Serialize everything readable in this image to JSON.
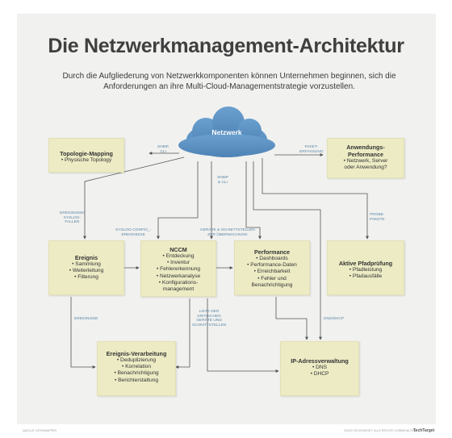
{
  "title": "Die Netzwerkmanagement-Architektur",
  "subtitle": "Durch die Aufgliederung von Netzwerkkomponenten können Unternehmen beginnen, sich die Anforderungen an ihre Multi-Cloud-Managementstrategie vorzustellen.",
  "cloud": {
    "label": "Netzwerk"
  },
  "boxes": {
    "topology": {
      "title": "Topologie-Mapping",
      "items": [
        "• Physische Topology"
      ]
    },
    "appperf": {
      "title": "Anwendungs-\nPerformance",
      "items": [
        "• Netzwerk, Server",
        "oder Anwendung?"
      ]
    },
    "event": {
      "title": "Ereignis",
      "items": [
        "• Sammlung",
        "• Weiterleitung",
        "• Filterung"
      ]
    },
    "nccm": {
      "title": "NCCM",
      "items": [
        "• Entdeckung",
        "• Inventur",
        "• Fehlererkennung",
        "• Netzwerkanalyse",
        "• Konfigurations-",
        "management"
      ]
    },
    "performance": {
      "title": "Performance",
      "items": [
        "• Dashboards",
        "• Performance-Daten",
        "• Erreichbarkeit",
        "• Fehler und",
        "Benachrichtigung"
      ]
    },
    "path": {
      "title": "Aktive Pfadprüfung",
      "items": [
        "• Pfadleistung",
        "• Pfadausfälle"
      ]
    },
    "eventproc": {
      "title": "Ereignis-Verarbeitung",
      "items": [
        "• Deduplizierung",
        "• Korrelation",
        "• Benachrichtigung",
        "• Berichterstattung"
      ]
    },
    "ipam": {
      "title": "IP-Adressverwaltung",
      "items": [
        "• DNS",
        "• DHCP"
      ]
    }
  },
  "captions": {
    "snmp_cli_left": "SNMP,\nCLI",
    "snmp_cli_mid": "SNMP\n& CLI",
    "paket": "PAKET-\nERFASSUNG",
    "syslog_fallen": "EREIGNISSE/\nSYSLOG-\nFALLEN",
    "syslog_config": "SYSLOG-CONFIG_-\nEREIGNISSE",
    "geraete": "GERÄTE & SCHNITTSTELLEN\nZUR ÜBERWACHUNG",
    "probe": "PROBE-\nPAKETE",
    "ereignisse": "EREIGNISSE",
    "liste": "LISTE DER\nKRITISCHEN\nGERÄTE UND\nSCHNITTSTELLEN",
    "dns_dhcp": "DNS/DHCP"
  },
  "footer": {
    "left": "QUELLE: INTERMAPPER",
    "right": "©2023 TECHTARGET. ALLE RECHTE VORBEHALTEN.",
    "logo": "TechTarget"
  },
  "colors": {
    "panel": "#f1f1ef",
    "box": "#ecebc4",
    "cloud": "#5b92c2",
    "line": "#555555",
    "caption": "#5a87a8"
  }
}
